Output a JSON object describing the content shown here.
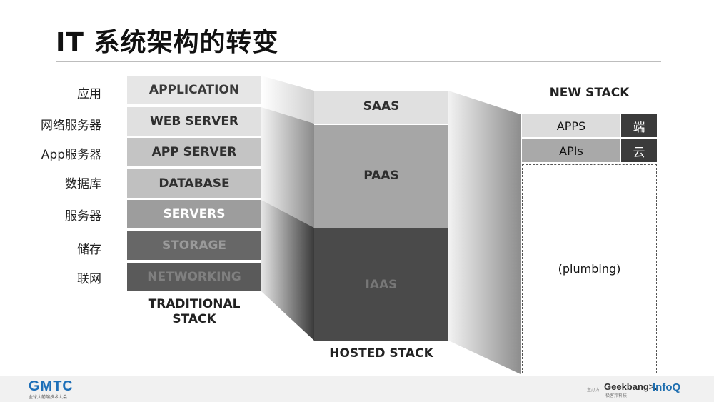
{
  "title": "IT 系统架构的转变",
  "traditional": {
    "layers": [
      {
        "label": "APPLICATION",
        "cn": "应用",
        "bg": "#e6e6e6",
        "fg": "#3a3a3a"
      },
      {
        "label": "WEB SERVER",
        "cn": "网络服务器",
        "bg": "#e0e0e0",
        "fg": "#2f2f2f"
      },
      {
        "label": "APP SERVER",
        "cn": "App服务器",
        "bg": "#c4c4c4",
        "fg": "#2f2f2f"
      },
      {
        "label": "DATABASE",
        "cn": "数据库",
        "bg": "#c0c0c0",
        "fg": "#2f2f2f"
      },
      {
        "label": "SERVERS",
        "cn": "服务器",
        "bg": "#9d9d9d",
        "fg": "#ffffff"
      },
      {
        "label": "STORAGE",
        "cn": "储存",
        "bg": "#676767",
        "fg": "#9a9a9a"
      },
      {
        "label": "NETWORKING",
        "cn": "联网",
        "bg": "#5a5a5a",
        "fg": "#808080"
      }
    ],
    "caption_line1": "TRADITIONAL",
    "caption_line2": "STACK"
  },
  "hosted": {
    "saas": "SAAS",
    "paas": "PAAS",
    "iaas": "IAAS",
    "caption": "HOSTED STACK"
  },
  "new_stack": {
    "heading": "NEW STACK",
    "apps": "APPS",
    "apps_tag": "端",
    "apis": "APIs",
    "apis_tag": "云",
    "plumbing": "(plumbing)"
  },
  "footer": {
    "gmtc": "GMTC",
    "gmtc_sub": "全球大前端技术大会",
    "organizer": "主办方",
    "geekbang": "Geekbang>.",
    "geekbang_cn": "极客邦科技",
    "infoq": "InfoQ"
  }
}
